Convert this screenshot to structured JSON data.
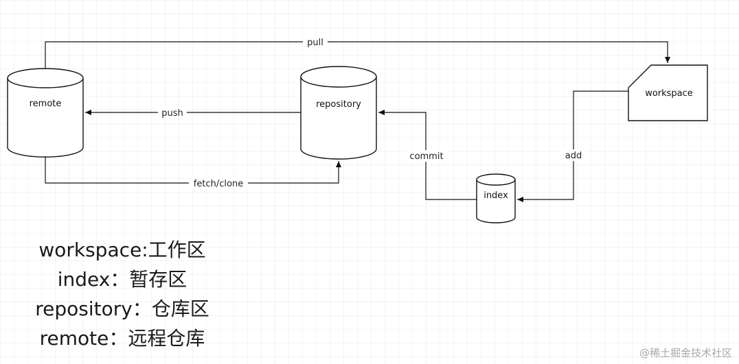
{
  "nodes": {
    "remote": "remote",
    "repository": "repository",
    "workspace": "workspace",
    "index": "index"
  },
  "edges": {
    "pull": "pull",
    "push": "push",
    "fetch_clone": "fetch/clone",
    "commit": "commit",
    "add": "add"
  },
  "legend": [
    "workspace:工作区",
    "index：暂存区",
    "repository：仓库区",
    "remote：远程仓库"
  ],
  "watermark": "@稀土掘金技术社区"
}
